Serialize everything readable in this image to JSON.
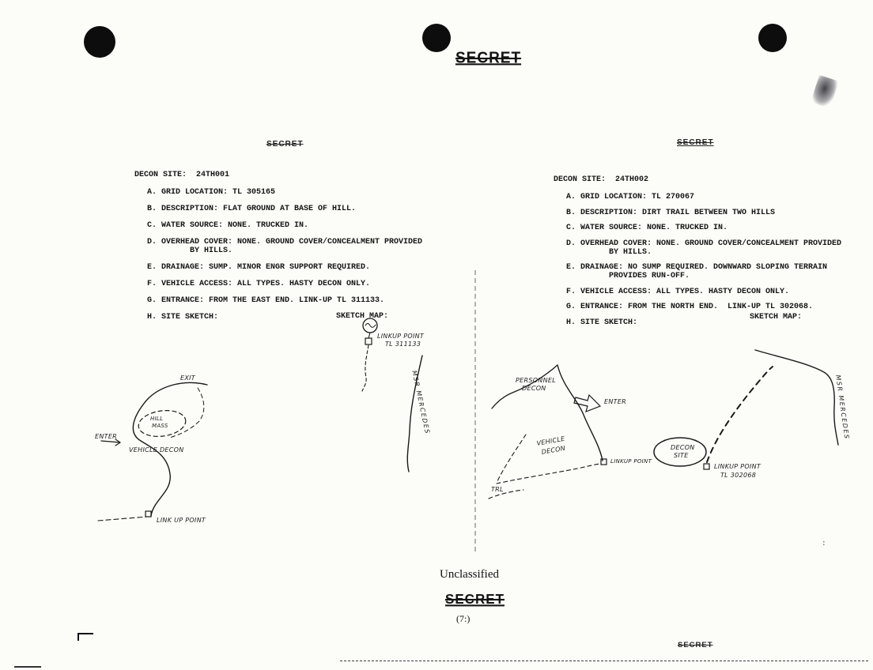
{
  "stamps": {
    "secret": "SECRET",
    "unclassified": "Unclassified",
    "page_number": "(7:)"
  },
  "site1": {
    "title": "DECON SITE:  24TH001",
    "items": [
      "A. GRID LOCATION: TL 305165",
      "B. DESCRIPTION: FLAT GROUND AT BASE OF HILL.",
      "C. WATER SOURCE: NONE. TRUCKED IN.",
      "D. OVERHEAD COVER: NONE. GROUND COVER/CONCEALMENT PROVIDED\n         BY HILLS.",
      "E. DRAINAGE: SUMP. MINOR ENGR SUPPORT REQUIRED.",
      "F. VEHICLE ACCESS: ALL TYPES. HASTY DECON ONLY.",
      "G. ENTRANCE: FROM THE EAST END. LINK-UP TL 311133.",
      "H. SITE SKETCH:"
    ],
    "sketch_map_label": "SKETCH MAP:",
    "sketch": {
      "linkup_top_line1": "LINKUP POINT",
      "linkup_top_line2": "TL 311133",
      "msr": "MSR MERCEDES",
      "exit": "EXIT",
      "hill_line1": "HILL",
      "hill_line2": "MASS",
      "enter": "ENTER",
      "vehicle_decon": "VEHICLE DECON",
      "linkup_bottom": "LINK UP POINT"
    }
  },
  "site2": {
    "title": "DECON SITE:  24TH002",
    "items": [
      "A. GRID LOCATION: TL 270067",
      "B. DESCRIPTION: DIRT TRAIL BETWEEN TWO HILLS",
      "C. WATER SOURCE: NONE. TRUCKED IN.",
      "D. OVERHEAD COVER: NONE. GROUND COVER/CONCEALMENT PROVIDED\n         BY HILLS.",
      "E. DRAINAGE: NO SUMP REQUIRED. DOWNWARD SLOPING TERRAIN\n         PROVIDES RUN-OFF.",
      "F. VEHICLE ACCESS: ALL TYPES. HASTY DECON ONLY.",
      "G. ENTRANCE: FROM THE NORTH END.  LINK-UP TL 302068.",
      "H. SITE SKETCH:"
    ],
    "sketch_map_label": "SKETCH MAP:",
    "sketch": {
      "personnel_line1": "PERSONNEL",
      "personnel_line2": "DECON",
      "enter": "ENTER",
      "vehicle_line1": "VEHICLE",
      "vehicle_line2": "DECON",
      "linkup_mid": "LINKUP POINT",
      "decon_site_line1": "DECON",
      "decon_site_line2": "SITE",
      "linkup_right_line1": "LINKUP POINT",
      "linkup_right_line2": "TL 302068",
      "msr": "MSR MERCEDES",
      "trail": "TRL"
    }
  }
}
